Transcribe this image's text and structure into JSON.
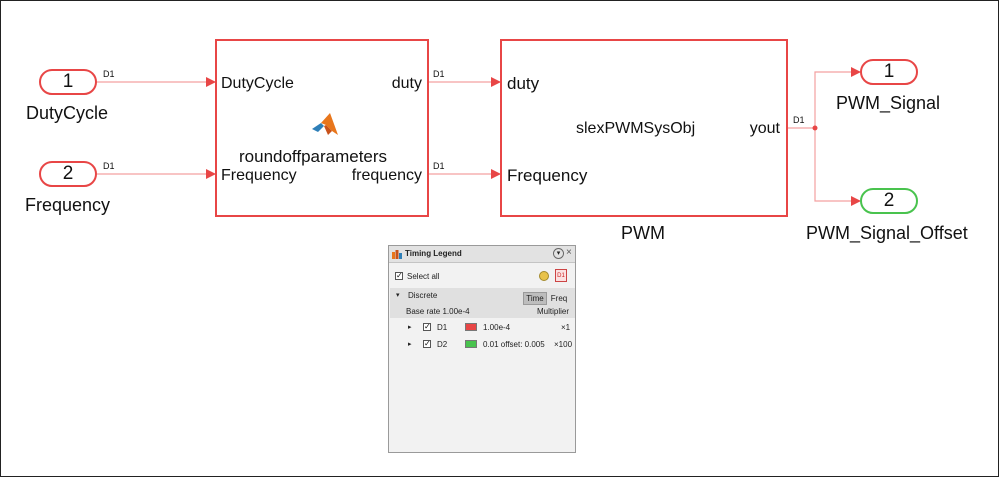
{
  "colors": {
    "red": "#e84646",
    "green": "#49c34e"
  },
  "inports": [
    {
      "number": "1",
      "label": "DutyCycle"
    },
    {
      "number": "2",
      "label": "Frequency"
    }
  ],
  "signal_tags": {
    "d1": "D1"
  },
  "roundoff_block": {
    "name": "roundoffparameters",
    "icon": "matlab-function-icon",
    "in_ports": [
      "DutyCycle",
      "Frequency"
    ],
    "out_ports": [
      "duty",
      "frequency"
    ]
  },
  "pwm_block": {
    "name": "PWM",
    "system_object": "slexPWMSysObj",
    "in_ports": [
      "duty",
      "Frequency"
    ],
    "out_port": "yout"
  },
  "outports": [
    {
      "number": "1",
      "label": "PWM_Signal",
      "color": "red"
    },
    {
      "number": "2",
      "label": "PWM_Signal_Offset",
      "color": "green"
    }
  ],
  "timing_legend": {
    "title": "Timing Legend",
    "select_all": "Select all",
    "group": "Discrete",
    "tabs": [
      "Time",
      "Freq"
    ],
    "base_rate": "Base rate 1.00e-4",
    "multiplier_header": "Multiplier",
    "rates": [
      {
        "id": "D1",
        "value": "1.00e-4",
        "multiplier": "×1",
        "color": "#e84646",
        "checked": true
      },
      {
        "id": "D2",
        "value": "0.01 offset: 0.005",
        "multiplier": "×100",
        "color": "#49c34e",
        "checked": true
      }
    ]
  }
}
